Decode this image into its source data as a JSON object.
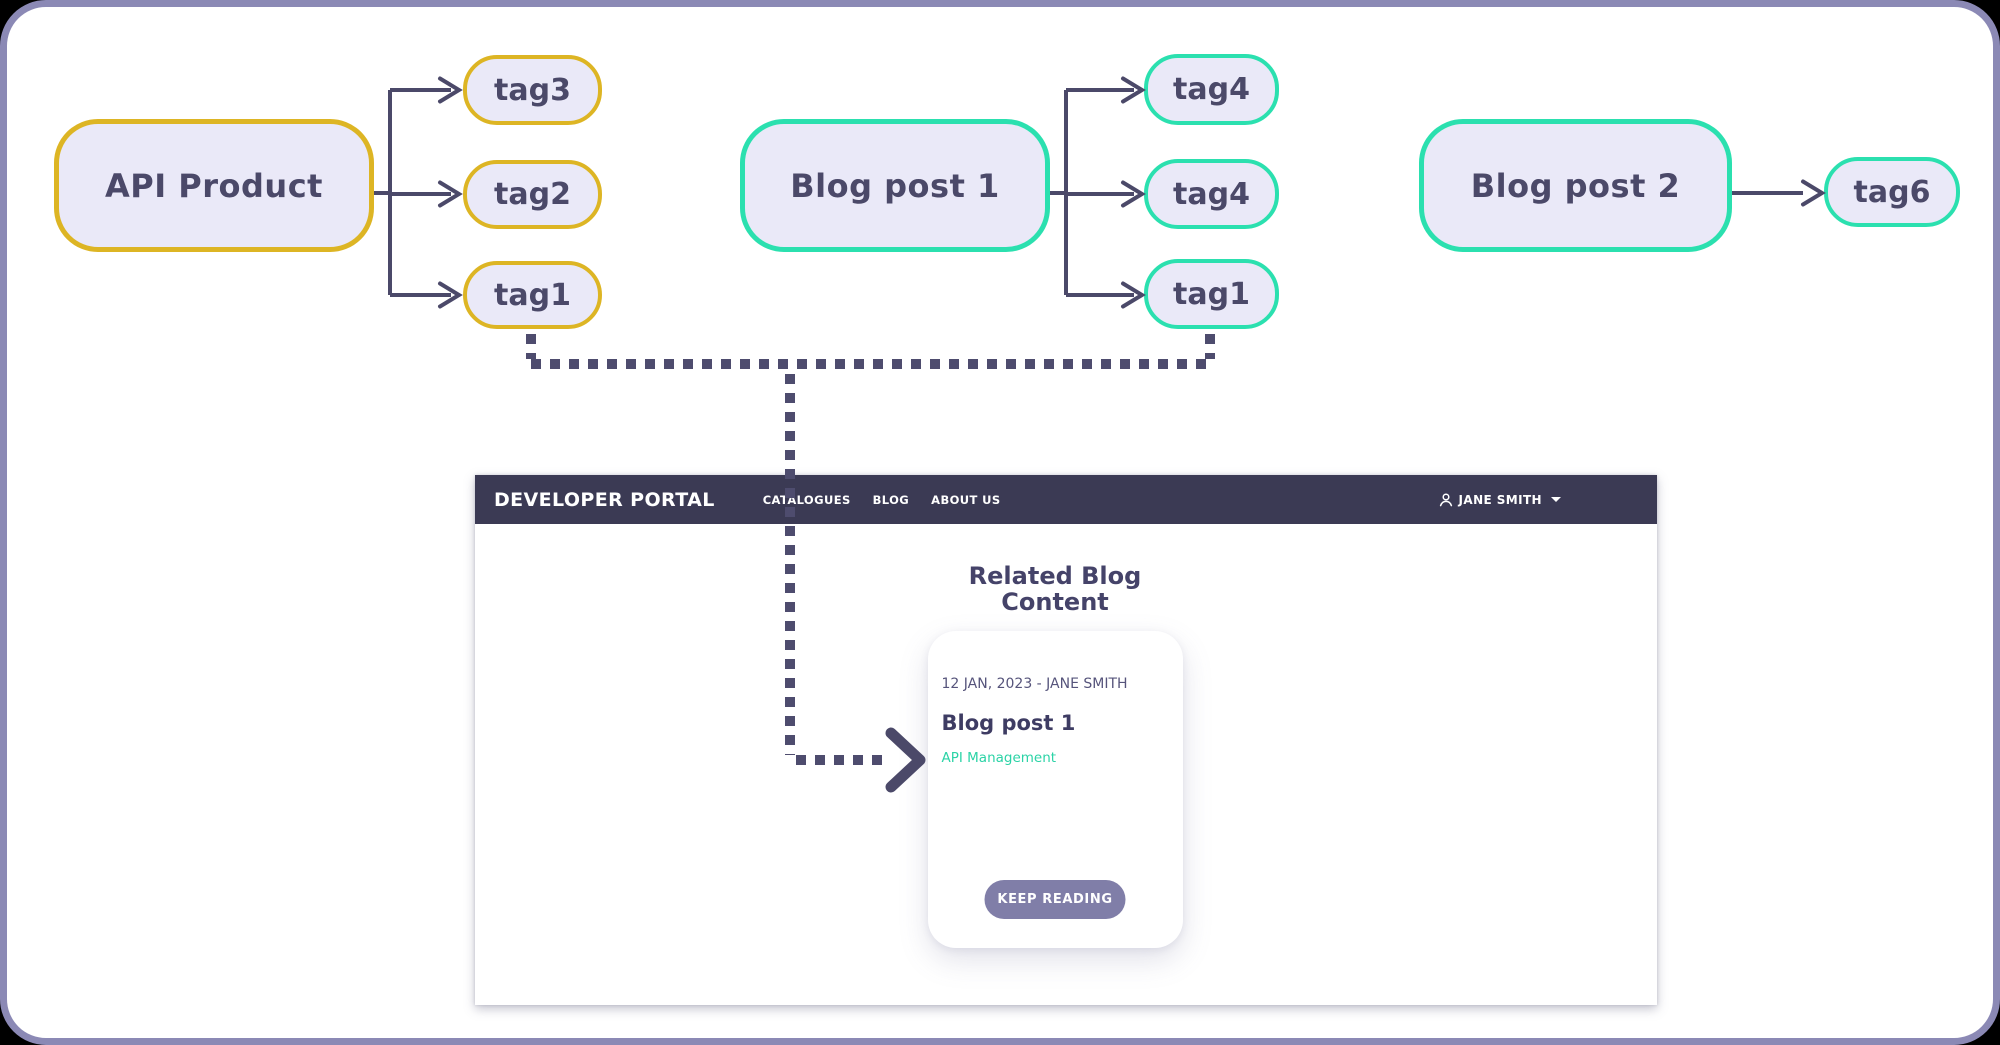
{
  "colors": {
    "frame_border": "#8B89B5",
    "line_slate": "#4B4969",
    "dotted_slate": "#4E4C6E",
    "node_fill": "#EAE9F8",
    "node_text": "#4B4969",
    "yellow_accent": "#DDB524",
    "teal_accent": "#2BE0AF",
    "navbar_bg": "#3B3A54",
    "button_bg": "#807EA8",
    "tag_link_text": "#2BD3A6"
  },
  "diagram": {
    "api_product": {
      "label": "API Product",
      "tags": [
        "tag3",
        "tag2",
        "tag1"
      ]
    },
    "blog_post_1": {
      "label": "Blog post 1",
      "tags": [
        "tag4",
        "tag4",
        "tag1"
      ]
    },
    "blog_post_2": {
      "label": "Blog post 2",
      "tags": [
        "tag6"
      ]
    }
  },
  "portal": {
    "navbar": {
      "brand": "DEVELOPER PORTAL",
      "menu": [
        "CATALOGUES",
        "BLOG",
        "ABOUT US"
      ],
      "user": "JANE SMITH"
    },
    "heading": "Related Blog Content",
    "card": {
      "meta": "12 JAN, 2023 - JANE SMITH",
      "title": "Blog post 1",
      "tag": "API Management",
      "button_label": "KEEP READING"
    }
  }
}
